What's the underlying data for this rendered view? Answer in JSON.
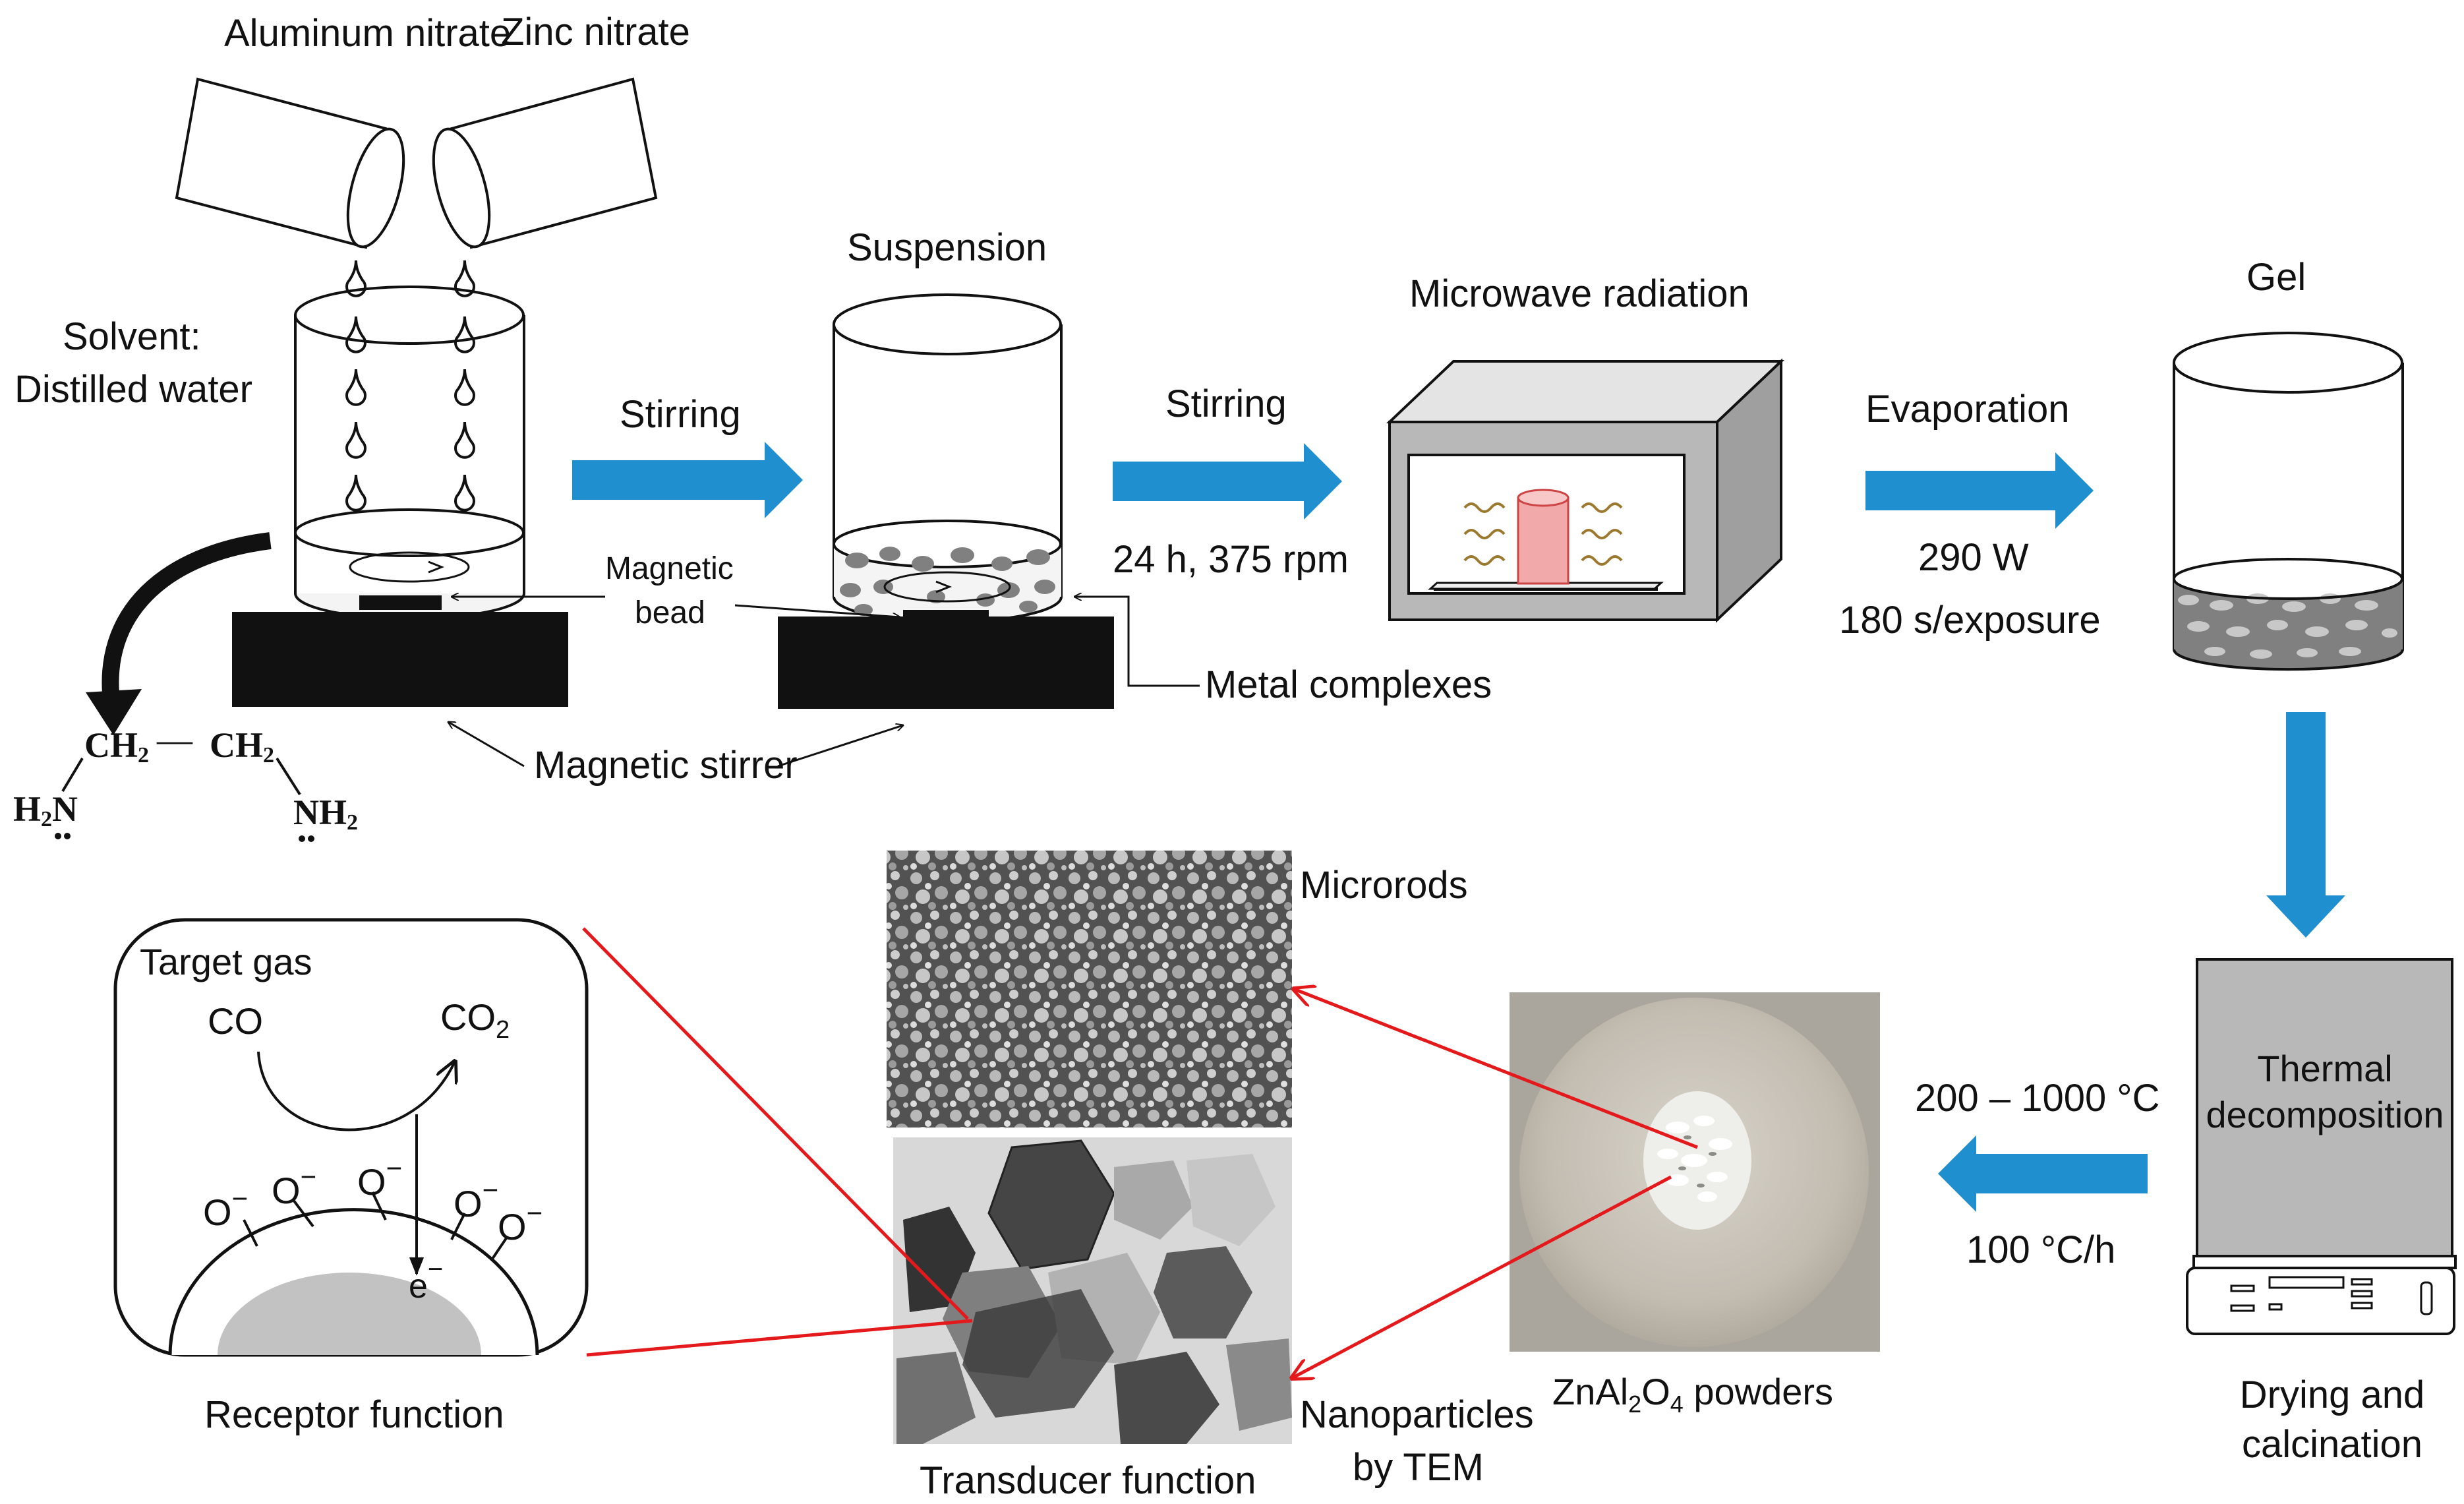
{
  "labels": {
    "aluminum_nitrate": "Aluminum nitrate",
    "zinc_nitrate": "Zinc nitrate",
    "solvent_line1": "Solvent:",
    "solvent_line2": "Distilled water",
    "stirring_1": "Stirring",
    "suspension": "Suspension",
    "stirring_2": "Stirring",
    "stirring_conditions": "24 h, 375 rpm",
    "magnetic_bead_line1": "Magnetic",
    "magnetic_bead_line2": "bead",
    "metal_complexes": "Metal complexes",
    "magnetic_stirrer": "Magnetic stirrer",
    "microwave_radiation": "Microwave radiation",
    "evaporation": "Evaporation",
    "power": "290 W",
    "exposure": "180 s/exposure",
    "gel": "Gel",
    "thermal_line1": "Thermal",
    "thermal_line2": "decomposition",
    "drying_line1": "Drying and",
    "drying_line2": "calcination",
    "temp_range": "200 – 1000 °C",
    "heating_rate": "100 °C/h",
    "powders_main": "ZnAl",
    "powders_sub1": "2",
    "powders_mid": "O",
    "powders_sub2": "4",
    "powders_tail": " powders",
    "microrods": "Microrods",
    "nanoparticles_line1": "Nanoparticles",
    "nanoparticles_line2": "by TEM",
    "transducer_function": "Transducer function",
    "receptor_function": "Receptor function",
    "target_gas": "Target gas",
    "co": "CO",
    "co2_main": "CO",
    "co2_sub": "2",
    "oxygen": "O",
    "oxygen_charge": "−",
    "electron": "e",
    "electron_charge": "−"
  },
  "molecule": {
    "ch2_left": "CH",
    "ch2_left_sub": "2",
    "ch2_right": "CH",
    "ch2_right_sub": "2",
    "h2n_h": "H",
    "h2n_sub": "2",
    "h2n_n": "N",
    "nh2_nh": "NH",
    "nh2_sub": "2",
    "bond": "—"
  },
  "colors": {
    "arrow_blue": "#1f8fd0",
    "pointer_red": "#e3191b",
    "stirrer_black": "#111111",
    "gel_gray": "#808080",
    "oven_gray": "#b8b8b8",
    "beaker_pink": "#f2a9a9",
    "wave_brown": "#9b7a2f"
  }
}
